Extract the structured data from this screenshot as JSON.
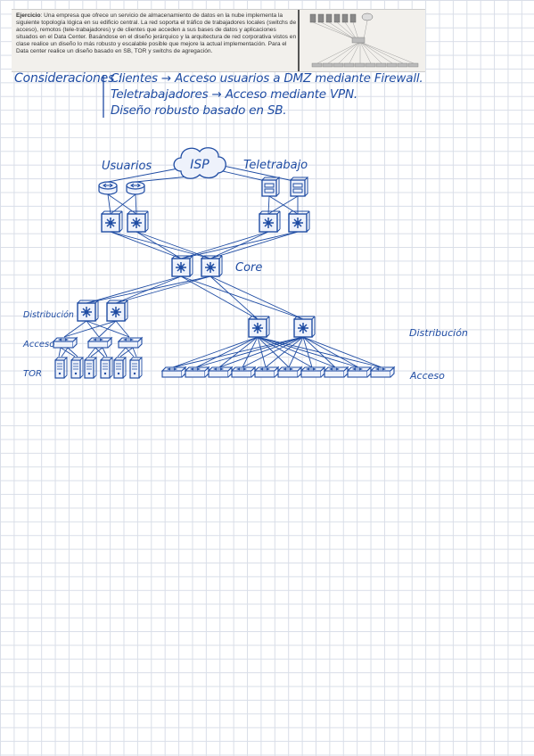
{
  "exercise": {
    "label": "Ejercicio",
    "text": ": Una empresa que ofrece un servicio de almacenamiento de datos en la nube implementa la siguiente topología lógica en su edificio central. La red soporta el tráfico de trabajadores locales (switchs de acceso), remotos (tele-trabajadores) y de clientes que acceden a sus bases de datos y aplicaciones situados en el Data Center. Basándose en el diseño jerárquico y la arquitectura de red corporativa vistos en clase realice un diseño lo más robusto y escalable posible que mejore la actual implementación. Para el Data center realice un diseño basado en SB, TOR y switchs de agregación."
  },
  "considerations": {
    "heading": "Consideraciones :",
    "items": [
      "Clientes → Acceso usuarios a DMZ mediante Firewall.",
      "Teletrabajadores → Acceso mediante VPN.",
      "Diseño robusto basado en SB."
    ]
  },
  "labels": {
    "isp": "ISP",
    "usuarios": "Usuarios",
    "teletrabajo": "Teletrabajo",
    "core": "Core",
    "dist_left": "Distribución",
    "acceso_left": "Acceso",
    "tor": "TOR",
    "dist_right": "Distribución",
    "acceso_right": "Acceso"
  },
  "colors": {
    "ink": "#1f4ca3",
    "grid": "#d9dee8",
    "paper": "#ffffff"
  }
}
